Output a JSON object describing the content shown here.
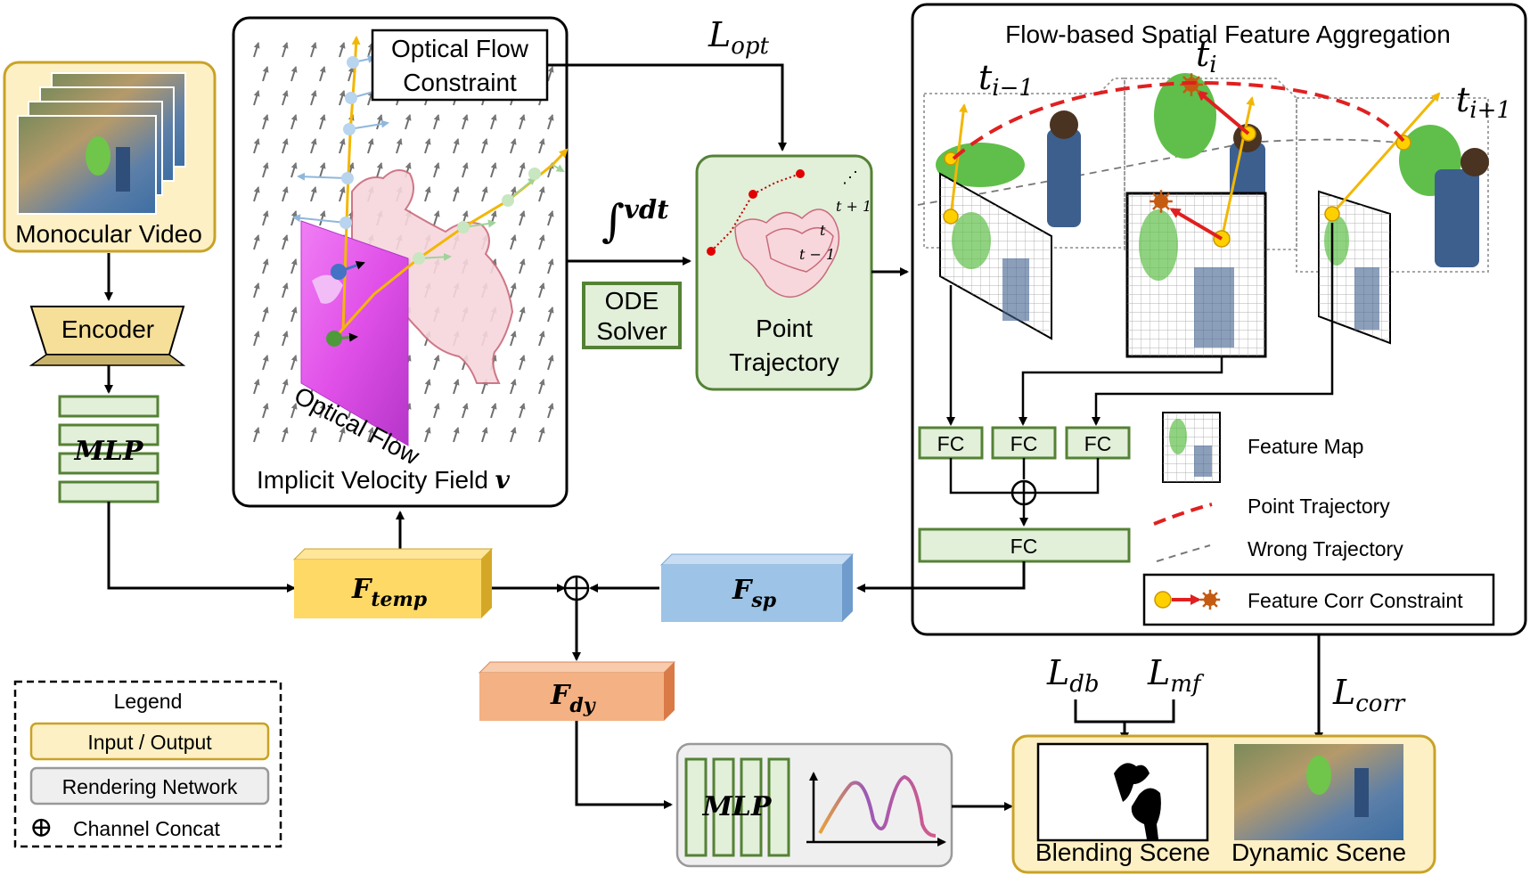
{
  "input": {
    "label": "Monocular Video"
  },
  "encoder": {
    "label": "Encoder"
  },
  "mlp_left": {
    "label": "MLP"
  },
  "velocity_panel": {
    "title": "Implicit Velocity Field ",
    "title_symbol": "v",
    "constraint_line1": "Optical Flow",
    "constraint_line2": "Constraint",
    "plane_label": "Optical Flow"
  },
  "loss_opt": {
    "main": "L",
    "sub": "opt"
  },
  "integral": {
    "symbol": "∫",
    "body": "vdt"
  },
  "ode": {
    "line1": "ODE",
    "line2": "Solver"
  },
  "trajectory": {
    "line1": "Point",
    "line2": "Trajectory",
    "t_plus": "t + 1",
    "t": "t",
    "t_minus": "t − 1",
    "dots": "⋰"
  },
  "aggregation": {
    "title": "Flow-based Spatial Feature Aggregation",
    "t_prev_main": "t",
    "t_prev_sub": "i−1",
    "t_cur_main": "t",
    "t_cur_sub": "i",
    "t_next_main": "t",
    "t_next_sub": "i+1",
    "fc_labels": [
      "FC",
      "FC",
      "FC"
    ],
    "fc_bottom": "FC",
    "legend_feature_map": "Feature Map",
    "legend_point_traj": "Point Trajectory",
    "legend_wrong_traj": "Wrong Trajectory",
    "legend_feature_corr": "Feature Corr Constraint"
  },
  "features": {
    "temp_main": "F",
    "temp_sub": "temp",
    "sp_main": "F",
    "sp_sub": "sp",
    "dy_main": "F",
    "dy_sub": "dy"
  },
  "mlp_bottom": {
    "label": "MLP"
  },
  "losses_bottom": {
    "db_main": "L",
    "db_sub": "db",
    "mf_main": "L",
    "mf_sub": "mf",
    "corr_main": "L",
    "corr_sub": "corr"
  },
  "output": {
    "blend": "Blending Scene",
    "dynamic": "Dynamic Scene"
  },
  "legend": {
    "title": "Legend",
    "input_output": "Input / Output",
    "rendering": "Rendering Network",
    "concat": "Channel Concat",
    "concat_symbol": "⊕"
  },
  "colors": {
    "io_fill": "#fdf0c4",
    "io_stroke": "#c9a227",
    "green_fill": "#e2efd9",
    "green_stroke": "#548235",
    "ftemp": "#ffd966",
    "fsp": "#9dc3e6",
    "fdy": "#f4b183",
    "red_traj": "#e02020",
    "gray_box": "#efefef"
  }
}
